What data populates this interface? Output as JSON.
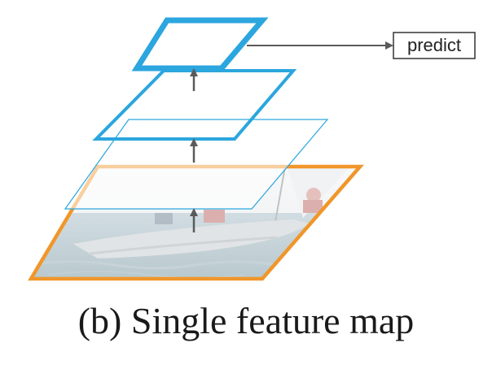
{
  "figure": {
    "predict_label": "predict",
    "caption": "(b) Single feature map",
    "colors": {
      "image_border": "#f0962a",
      "feature_map": "#2ba6de",
      "arrow": "#5a5a5a",
      "text": "#1a1a1a"
    },
    "layers": [
      {
        "name": "input-image",
        "content": "sailboat photo"
      },
      {
        "name": "feature-map-1"
      },
      {
        "name": "feature-map-2"
      },
      {
        "name": "feature-map-top"
      }
    ]
  }
}
